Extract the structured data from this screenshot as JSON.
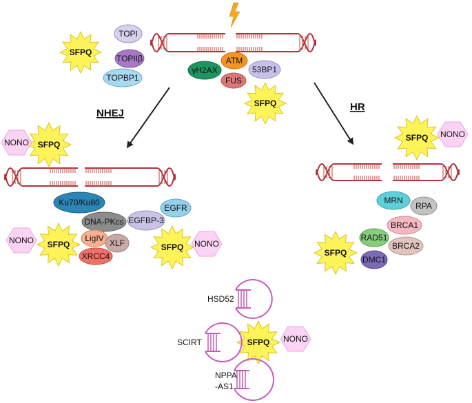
{
  "pathways": {
    "nhej": "NHEJ",
    "hr": "HR"
  },
  "proteins": {
    "topi": "TOPI",
    "topiib": "TOPIIβ",
    "topbp1": "TOPBP1",
    "gh2ax": "γH2AX",
    "atm": "ATM",
    "p53bp1": "53BP1",
    "fus": "FUS",
    "ku": "Ku70/Ku80",
    "dnapkcs": "DNA-PKcs",
    "egfbp3": "EGFBP-3",
    "egfr": "EGFR",
    "lig4": "LigIV",
    "xlf": "XLF",
    "xrcc4": "XRCC4",
    "mrn": "MRN",
    "rpa": "RPA",
    "brca1": "BRCA1",
    "rad51": "RAD51",
    "brca2": "BRCA2",
    "dmc1": "DMC1"
  },
  "sfpq_label": "SFPQ",
  "nono_label": "NONO",
  "lncrnas": {
    "hsd52": "HSD52",
    "scirt": "SCIRT",
    "nppa_line1": "NPPA",
    "nppa_line2": "-AS1"
  },
  "colors": {
    "lightning": "#f5a623",
    "dna_strand": "#b0313c",
    "dna_rung": "#c9453d",
    "star_fill": "#fff35a",
    "star_stroke": "#d9c51d",
    "nono_fill": "#fbd3f5",
    "nono_stroke": "#e9a6e0",
    "lnc_stroke": "#c659bc",
    "topi": "#d8d0ec",
    "topiib": "#a678c5",
    "topbp1": "#a8d9f0",
    "gh2ax": "#1d9560",
    "atm": "#f39522",
    "p53bp1": "#c7c1ea",
    "fus": "#dd7777",
    "ku": "#2a86b5",
    "dnapkcs": "#8c8c8c",
    "egfbp3": "#c9c3e6",
    "egfr": "#93d0ea",
    "lig4": "#f6b08e",
    "xlf": "#c8a9a5",
    "xrcc4": "#ef7067",
    "mrn": "#5fd0d8",
    "rpa": "#c3c3c3",
    "brca1": "#f6b7c3",
    "rad51": "#88cc7e",
    "brca2": "#e0c4bd",
    "dmc1": "#7b6ab8"
  }
}
